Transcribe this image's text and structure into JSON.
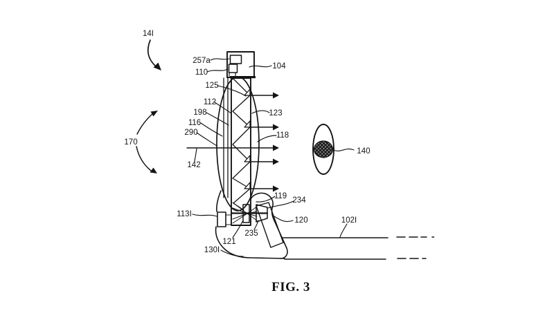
{
  "figure": {
    "caption": "FIG. 3",
    "type": "patent-line-drawing",
    "colors": {
      "line": "#141414",
      "background": "#ffffff",
      "pupil_fill": "#888888"
    }
  },
  "refs": {
    "14I": "14I",
    "257a": "257a",
    "110": "110",
    "104": "104",
    "125": "125",
    "112": "112",
    "198": "198",
    "116": "116",
    "290": "290",
    "170": "170",
    "142": "142",
    "123": "123",
    "118": "118",
    "140": "140",
    "113I": "113I",
    "119": "119",
    "234": "234",
    "120": "120",
    "102I": "102I",
    "235": "235",
    "121": "121",
    "130I": "130I"
  }
}
